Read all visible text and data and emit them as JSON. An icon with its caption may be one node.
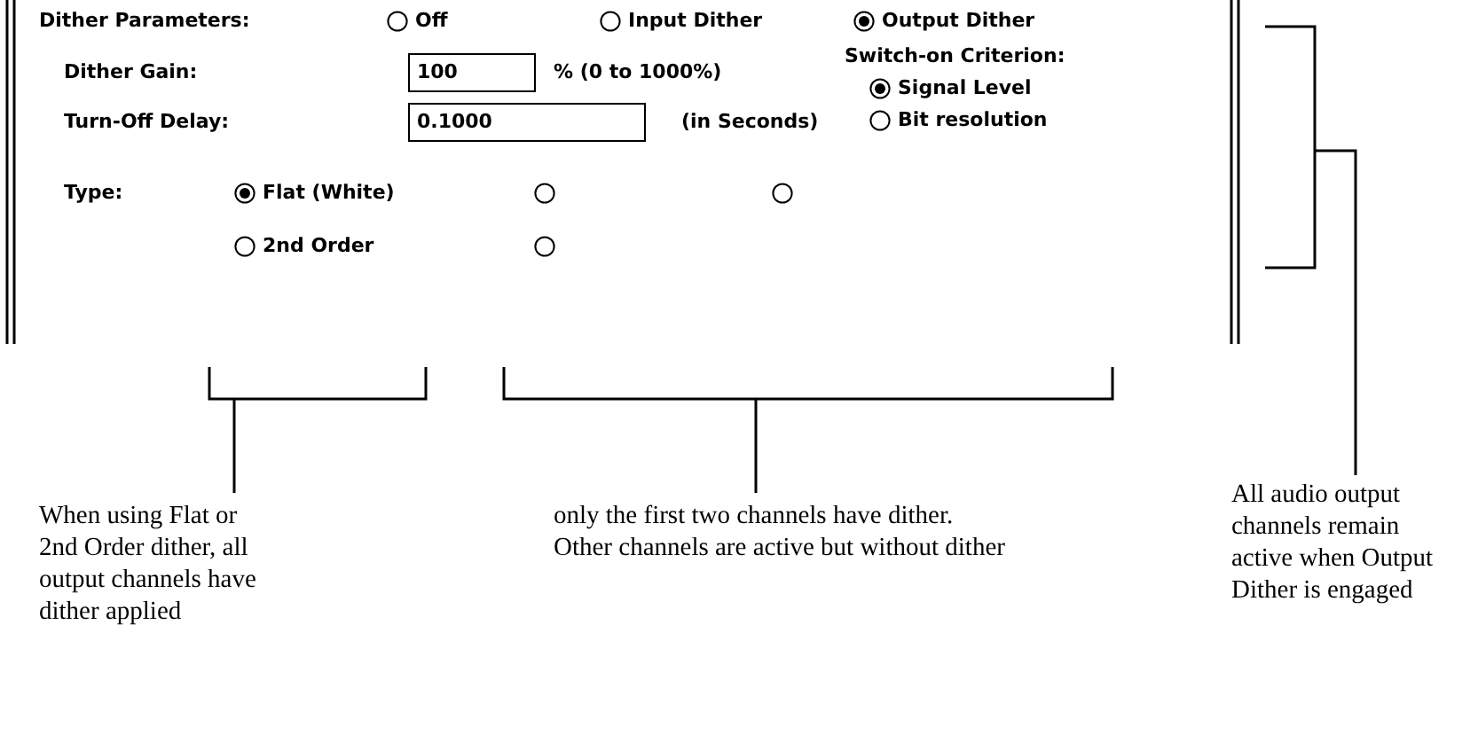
{
  "diagram": {
    "nodes": [
      {
        "text": [
          "When using Flat or 2nd Order dither, all output channels have dither applied"
        ]
      },
      {
        "text": [
          "only the first two channels have dither. Other channels are active but without dither"
        ]
      },
      {
        "text": [
          "All audio output channels remain active when Output Dither is engaged"
        ]
      },
      {
        "text": [],
        "shape": "bracket"
      },
      {
        "text": [],
        "shape": "bracket"
      },
      {
        "text": [],
        "shape": "bracket"
      }
    ],
    "edges": [
      {
        "from": 0,
        "to": 3,
        "arrow": "none"
      },
      {
        "from": 1,
        "to": 4,
        "arrow": "none"
      },
      {
        "from": 2,
        "to": 5,
        "arrow": "none"
      }
    ],
    "labels": [
      "Dither Parameters:",
      "Off",
      "Input Dither",
      "Output Dither",
      "Dither Gain:",
      "100",
      "% (0 to 1000%)",
      "Switch-on Criterion:",
      "Signal Level",
      "Turn-Off Delay:",
      "0.1000",
      "(in Seconds)",
      "Bit resolution",
      "Type:",
      "Flat (White)",
      "2nd Order"
    ]
  }
}
